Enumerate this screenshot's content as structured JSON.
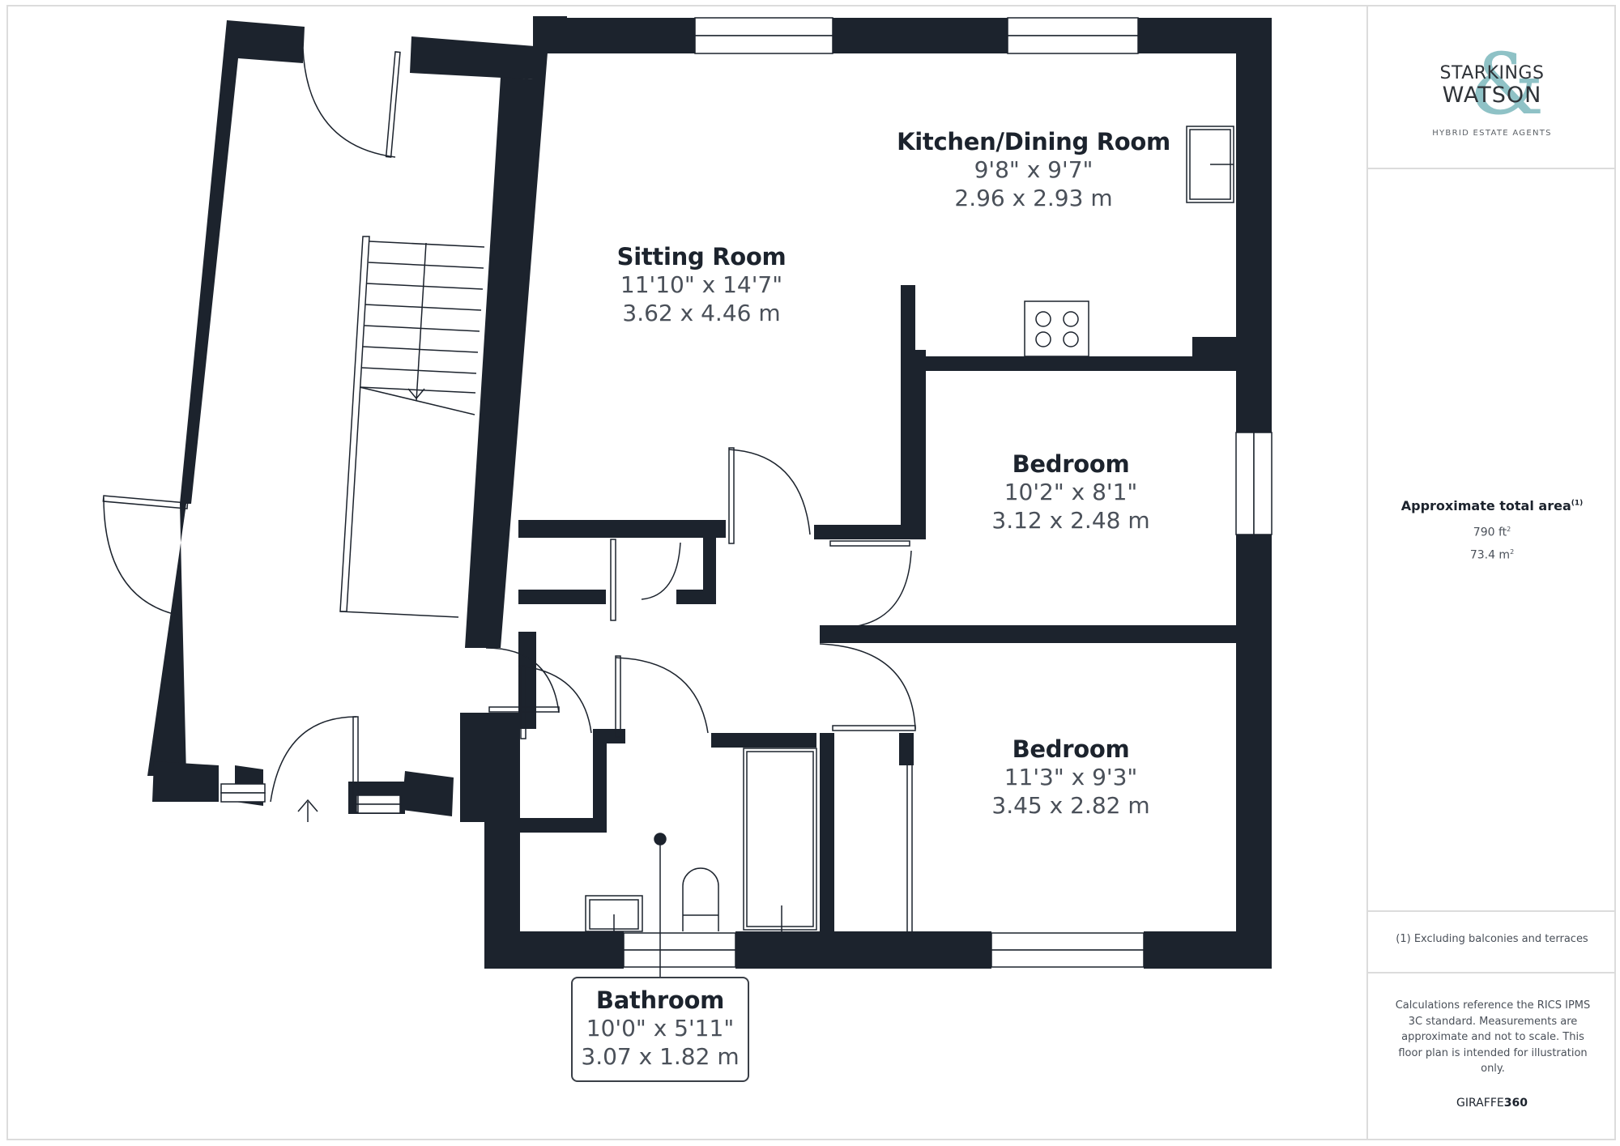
{
  "colors": {
    "wall": "#1c232d",
    "text_primary": "#1c232d",
    "text_secondary": "#4a5059",
    "border": "#dcdcdc",
    "logo_accent": "#8fc2c6"
  },
  "brand": {
    "name_line1": "STARKINGS",
    "name_line2": "WATSON",
    "ampersand": "&",
    "tagline": "HYBRID ESTATE AGENTS"
  },
  "rooms": [
    {
      "id": "kitchen",
      "name": "Kitchen/Dining Room",
      "dim_imperial": "9'8\" x 9'7\"",
      "dim_metric": "2.96 x 2.93 m"
    },
    {
      "id": "sitting",
      "name": "Sitting Room",
      "dim_imperial": "11'10\" x 14'7\"",
      "dim_metric": "3.62 x 4.46 m"
    },
    {
      "id": "bedroom1",
      "name": "Bedroom",
      "dim_imperial": "10'2\" x 8'1\"",
      "dim_metric": "3.12 x 2.48 m"
    },
    {
      "id": "bedroom2",
      "name": "Bedroom",
      "dim_imperial": "11'3\" x 9'3\"",
      "dim_metric": "3.45 x 2.82 m"
    },
    {
      "id": "bathroom",
      "name": "Bathroom",
      "dim_imperial": "10'0\" x 5'11\"",
      "dim_metric": "3.07 x 1.82 m"
    }
  ],
  "area": {
    "title": "Approximate total area",
    "footnote_marker": "(1)",
    "imperial_value": "790 ft",
    "imperial_sup": "2",
    "metric_value": "73.4 m",
    "metric_sup": "2"
  },
  "footnote": "(1) Excluding balconies and terraces",
  "disclaimer": "Calculations reference the RICS IPMS 3C standard. Measurements are approximate and not to scale. This floor plan is intended for illustration only.",
  "provider": {
    "prefix": "GIRAFFE",
    "suffix": "360"
  },
  "icons": {
    "entrance_arrow": "entrance-arrow-icon",
    "hob": "hob-icon",
    "sink": "sink-icon",
    "toilet": "toilet-icon",
    "bath": "bath-icon",
    "stairs": "stairs-icon"
  }
}
